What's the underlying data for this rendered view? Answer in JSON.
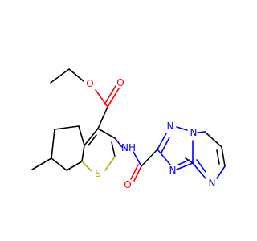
{
  "molecule": {
    "atom_labels": {
      "o_ester_carbonyl": "O",
      "o_ester_ether": "O",
      "nh_amide": "NH",
      "s_thiophene": "S",
      "o_amide": "O",
      "n_triazole_n1": "N",
      "n_bridgehead": "N",
      "n_triazole_n3": "N",
      "n_pyrimidine": "N"
    },
    "colors": {
      "carbon_bond": "#000000",
      "oxygen": "#ff0000",
      "nitrogen": "#0000ff",
      "sulfur": "#b2b200"
    }
  }
}
